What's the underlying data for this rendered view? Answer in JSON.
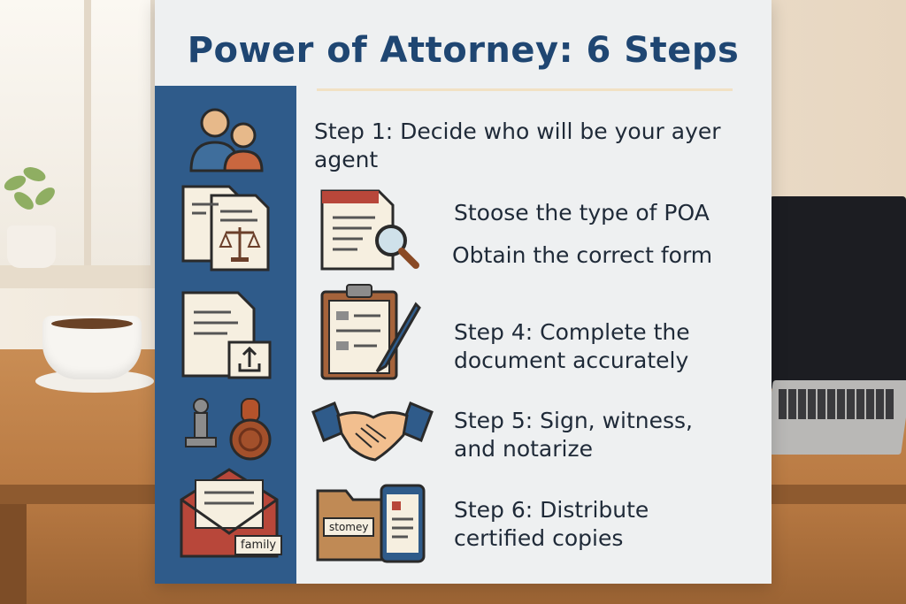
{
  "poster": {
    "title": "Power of Attorney: 6 Steps"
  },
  "steps": [
    {
      "line1": "Step 1: Decide who will be your ayer",
      "line2": "agent"
    },
    {
      "line1": "Stoose the type of POA",
      "line2": ""
    },
    {
      "line1": "Obtain the correct form",
      "line2": ""
    },
    {
      "line1": "Step 4: Complete the",
      "line2": "document accurately"
    },
    {
      "line1": "Step 5: Sign, witness,",
      "line2": "and notarize"
    },
    {
      "line1": "Step 6: Distribute",
      "line2": "certified copies"
    }
  ],
  "icon_labels": {
    "envelope_tag": "family",
    "folder_tag": "stomey"
  },
  "colors": {
    "title": "#1f4672",
    "sidebar": "#2f5b8a",
    "accent_red": "#b8473a",
    "paper": "#f6efe0",
    "outline": "#3b3226"
  },
  "icons": {
    "sidebar": [
      "people-icon",
      "documents-scale-icon",
      "document-upload-icon",
      "stamp-seal-icon",
      "envelope-icon"
    ],
    "main": [
      "document-search-icon",
      "clipboard-pen-icon",
      "handshake-icon",
      "folder-phone-icon"
    ]
  }
}
